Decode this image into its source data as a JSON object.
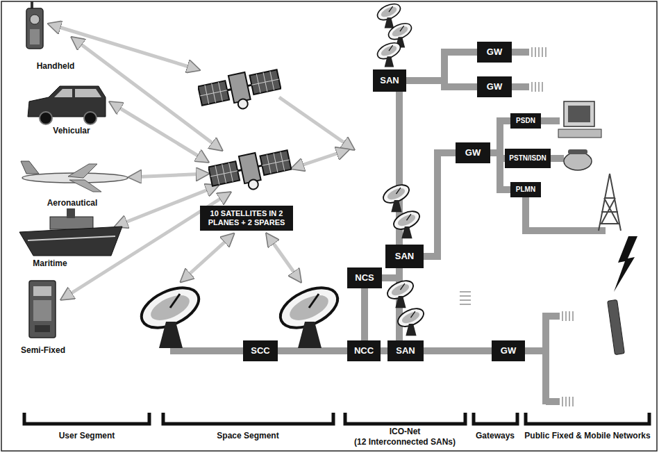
{
  "diagram": {
    "nodes": [
      {
        "text": [
          "SAN"
        ]
      },
      {
        "text": [
          "GW"
        ]
      },
      {
        "text": [
          "GW"
        ]
      },
      {
        "text": [
          "PSDN"
        ]
      },
      {
        "text": [
          "GW"
        ]
      },
      {
        "text": [
          "PSTN/ISDN"
        ]
      },
      {
        "text": [
          "PLMN"
        ]
      },
      {
        "text": [
          "NCS"
        ]
      },
      {
        "text": [
          "SAN"
        ]
      },
      {
        "text": [
          "10 SATELLITES IN 2 PLANES + 2 SPARES"
        ]
      },
      {
        "text": [
          "SCC"
        ]
      },
      {
        "text": [
          "NCC"
        ]
      },
      {
        "text": [
          "SAN"
        ]
      },
      {
        "text": [
          "GW"
        ]
      }
    ],
    "edges": [
      {
        "from": 0,
        "to": 1,
        "arrow": "none"
      },
      {
        "from": 0,
        "to": 2,
        "arrow": "none"
      },
      {
        "from": 0,
        "to": 8,
        "arrow": "none"
      },
      {
        "from": 8,
        "to": 4,
        "arrow": "none"
      },
      {
        "from": 4,
        "to": 3,
        "arrow": "none"
      },
      {
        "from": 4,
        "to": 5,
        "arrow": "none"
      },
      {
        "from": 4,
        "to": 6,
        "arrow": "none"
      },
      {
        "from": 8,
        "to": 12,
        "arrow": "none"
      },
      {
        "from": 7,
        "to": 8,
        "arrow": "none"
      },
      {
        "from": 7,
        "to": 11,
        "arrow": "none"
      },
      {
        "from": 10,
        "to": 11,
        "arrow": "none"
      },
      {
        "from": 11,
        "to": 12,
        "arrow": "none"
      },
      {
        "from": 12,
        "to": 13,
        "arrow": "none"
      }
    ],
    "labels": [
      "Handheld",
      "Vehicular",
      "Aeronautical",
      "Maritime",
      "Semi-Fixed",
      "User Segment",
      "Space Segment",
      "ICO-Net",
      "(12 Interconnected SANs)",
      "Gateways",
      "Public Fixed & Mobile Networks"
    ]
  }
}
